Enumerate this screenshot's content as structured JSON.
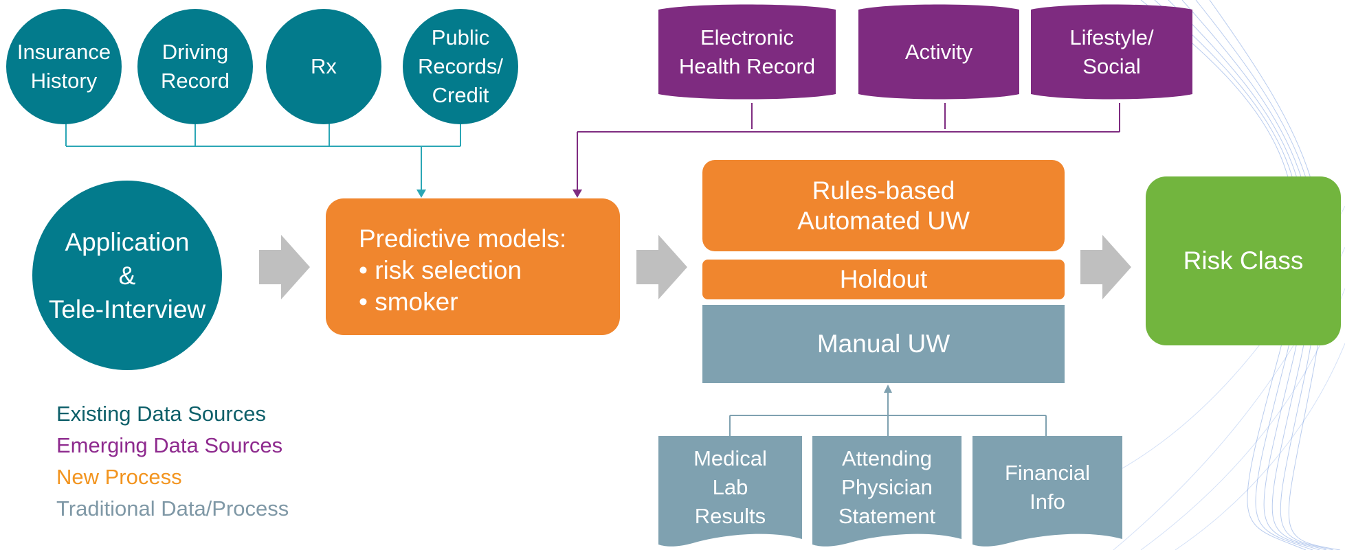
{
  "colors": {
    "existing": "#037b8c",
    "emerging": "#7e2b80",
    "new_process": "#f0862e",
    "traditional": "#7fa1b0",
    "risk": "#72b53e",
    "arrow": "#bfbfbf"
  },
  "existing_sources": [
    {
      "label": "Insurance\nHistory"
    },
    {
      "label": "Driving\nRecord"
    },
    {
      "label": "Rx"
    },
    {
      "label": "Public\nRecords/\nCredit"
    }
  ],
  "emerging_sources": [
    {
      "label": "Electronic\nHealth Record"
    },
    {
      "label": "Activity"
    },
    {
      "label": "Lifestyle/\nSocial"
    }
  ],
  "application": {
    "label": "Application\n&\nTele-Interview"
  },
  "predictive": {
    "title": "Predictive models:",
    "bullets": [
      "• risk selection",
      "• smoker"
    ]
  },
  "uw": {
    "rules": "Rules-based\nAutomated UW",
    "holdout": "Holdout",
    "manual": "Manual UW"
  },
  "risk_class": {
    "label": "Risk Class"
  },
  "traditional_sources": [
    {
      "label": "Medical\nLab\nResults"
    },
    {
      "label": "Attending\nPhysician\nStatement"
    },
    {
      "label": "Financial\nInfo"
    }
  ],
  "legend": [
    {
      "label": "Existing Data Sources",
      "color": "#0d5f69"
    },
    {
      "label": "Emerging Data Sources",
      "color": "#8e2a8e"
    },
    {
      "label": "New Process",
      "color": "#f2941f"
    },
    {
      "label": "Traditional Data/Process",
      "color": "#7f98a6"
    }
  ]
}
